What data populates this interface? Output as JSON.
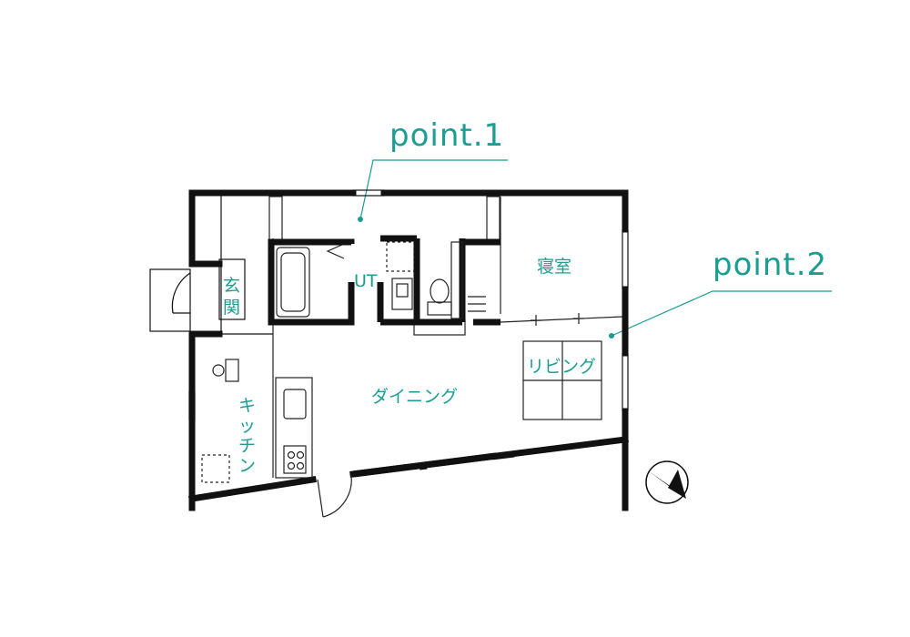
{
  "colors": {
    "accent": "#1a9e92",
    "wall": "#111111",
    "line": "#222222"
  },
  "callouts": {
    "point1": "point.1",
    "point2": "point.2"
  },
  "rooms": {
    "bedroom": "寝室",
    "unit_bath": "UT",
    "entrance_top": "玄",
    "entrance_bottom": "関",
    "kitchen": [
      "キ",
      "ッ",
      "チ",
      "ン"
    ],
    "dining": "ダイニング",
    "living": "リビング"
  },
  "icons": {
    "compass": "compass-north-arrow-icon"
  }
}
